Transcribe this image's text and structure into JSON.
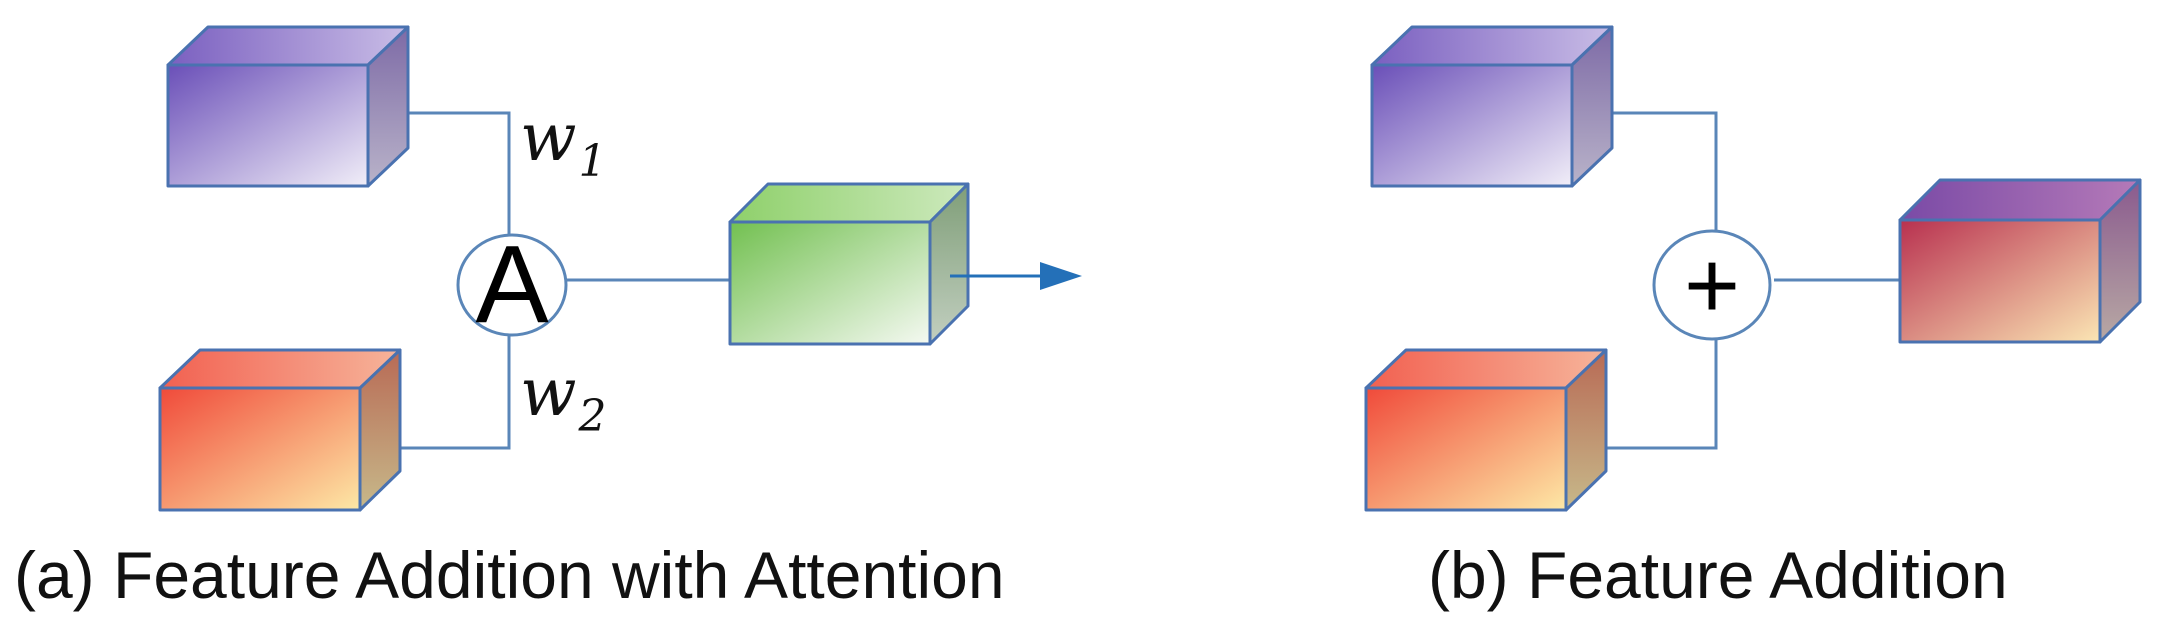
{
  "panel_a": {
    "caption": "(a) Feature Addition with Attention",
    "operator": "A",
    "weight_top": "w",
    "weight_top_sub": "1",
    "weight_bottom": "w",
    "weight_bottom_sub": "2"
  },
  "panel_b": {
    "caption": "(b) Feature Addition",
    "operator": "+"
  },
  "colors": {
    "line": "#5a86b8",
    "arrow": "#2470b8",
    "cube_edge": "#4a72b0",
    "purple": "#6a4fb8",
    "orange": "#f05a40",
    "green": "#7cc45a",
    "crimson": "#c0355a"
  }
}
